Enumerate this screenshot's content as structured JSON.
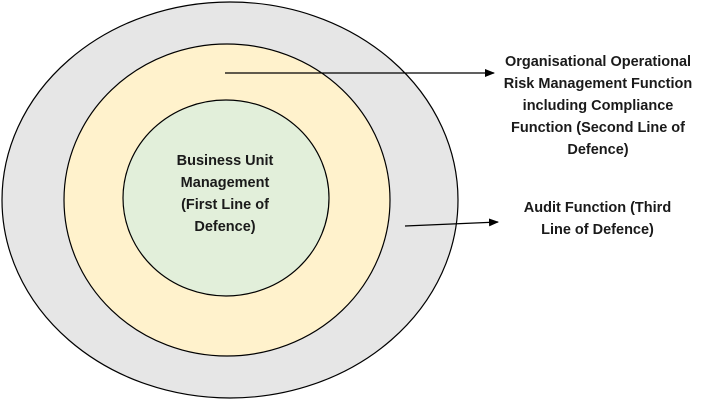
{
  "diagram": {
    "inner_circle": {
      "lines": [
        "Business Unit",
        "Management",
        "(First Line of",
        "Defence)"
      ],
      "fill": "#e2efda"
    },
    "middle_ring": {
      "fill": "#fff2cc"
    },
    "outer_ring": {
      "fill": "#e6e6e6"
    },
    "second_line_label": {
      "lines": [
        "Organisational Operational",
        "Risk Management Function",
        "including Compliance",
        "Function (Second Line of",
        "Defence)"
      ]
    },
    "third_line_label": {
      "lines": [
        "Audit Function (Third",
        "Line of Defence)"
      ]
    },
    "stroke_color": "#000000"
  }
}
